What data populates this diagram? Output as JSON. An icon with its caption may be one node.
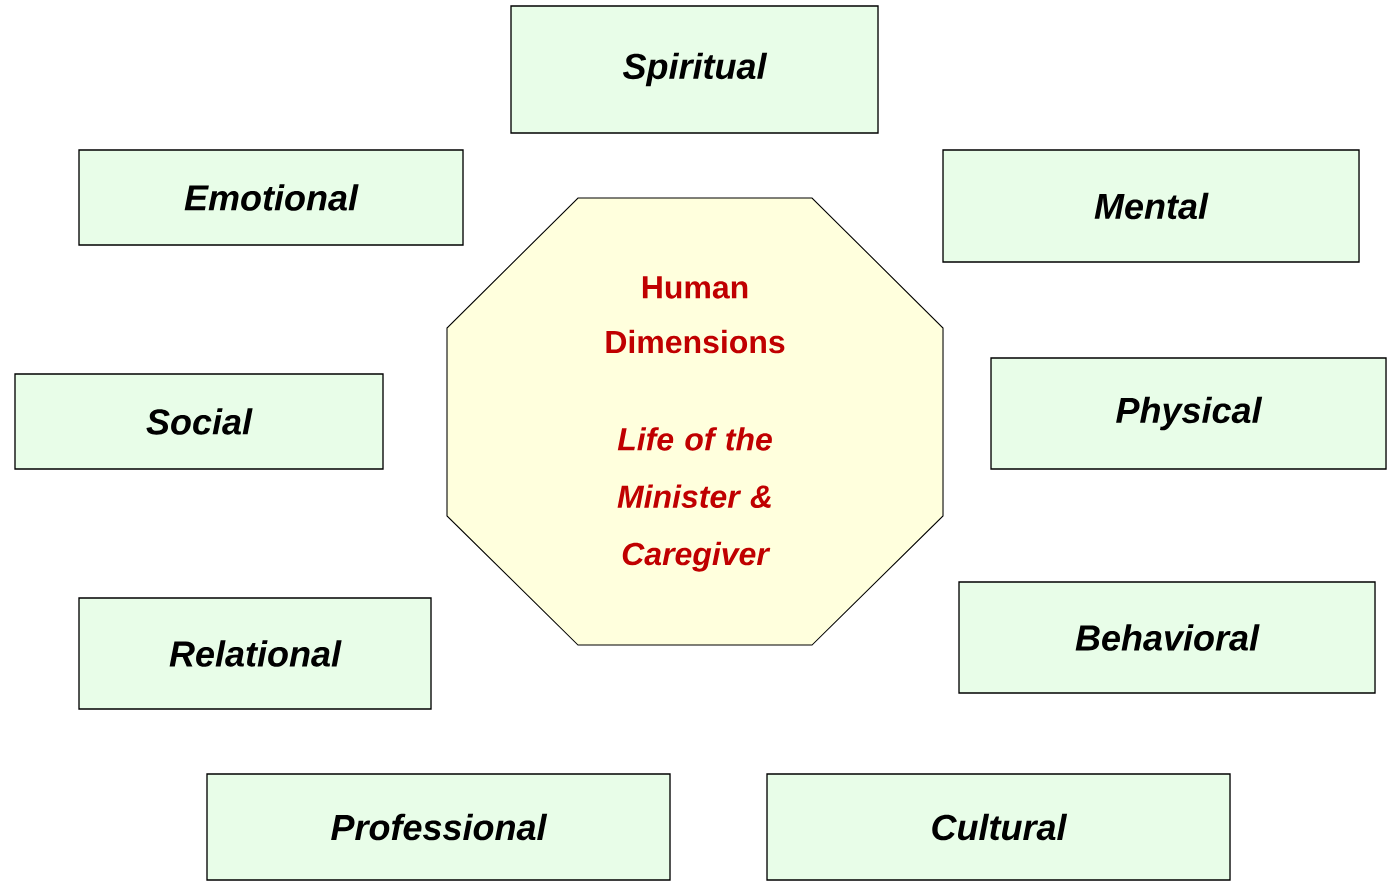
{
  "diagram": {
    "nodes": [
      {
        "text": [
          "Human Dimensions",
          "Life of the Minister & Caregiver"
        ]
      },
      {
        "text": [
          "Spiritual"
        ]
      },
      {
        "text": [
          "Emotional"
        ]
      },
      {
        "text": [
          "Mental"
        ]
      },
      {
        "text": [
          "Social"
        ]
      },
      {
        "text": [
          "Physical"
        ]
      },
      {
        "text": [
          "Relational"
        ]
      },
      {
        "text": [
          "Behavioral"
        ]
      },
      {
        "text": [
          "Professional"
        ]
      },
      {
        "text": [
          "Cultural"
        ]
      }
    ]
  }
}
